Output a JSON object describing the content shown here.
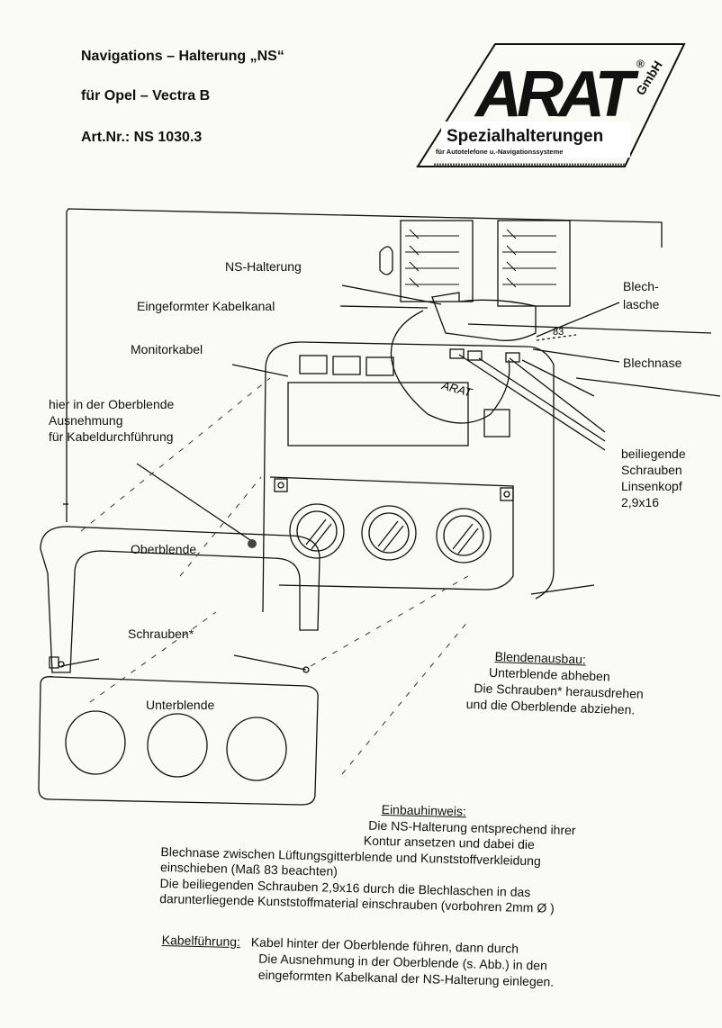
{
  "header": {
    "title": "Navigations – Halterung „NS“",
    "subtitle": "für Opel – Vectra B",
    "article": "Art.Nr.: NS 1030.3"
  },
  "logo": {
    "brand": "ARAT",
    "gmbh": "GmbH",
    "registered": "®",
    "tagline": "Spezialhalterungen",
    "subline": "für Autotelefone u.-Navigationssysteme"
  },
  "labels": {
    "ns_halterung": "NS-Halterung",
    "kabelkanal": "Eingeformter Kabelkanal",
    "monitorkabel": "Monitorkabel",
    "oberblende_note": [
      "hier in der Oberblende",
      "Ausnehmung",
      "für Kabeldurchführung"
    ],
    "blechlasche": [
      "Blech-",
      "lasche"
    ],
    "blechnase": "Blechnase",
    "schrauben_note": [
      "beiliegende",
      "Schrauben",
      "Linsenkopf",
      "2,9x16"
    ],
    "oberblende": "Oberblende",
    "schrauben": "Schrauben*",
    "unterblende": "Unterblende",
    "mass": "83",
    "bracket_stamp": "ARAT"
  },
  "blendenausbau": {
    "heading": "Blendenausbau:",
    "lines": [
      "Unterblende abheben",
      "Die Schrauben* herausdrehen",
      "und die Oberblende abziehen."
    ]
  },
  "einbau": {
    "heading": "Einbauhinweis:",
    "lines": [
      "Die NS-Halterung entsprechend ihrer",
      "Kontur ansetzen und dabei die",
      "Blechnase zwischen Lüftungsgitterblende und Kunststoffverkleidung",
      "einschieben (Maß 83 beachten)",
      "Die beiliegenden Schrauben 2,9x16 durch die Blechlaschen in das",
      "darunterliegende Kunststoffmaterial einschrauben (vorbohren 2mm Ø )"
    ]
  },
  "kabel": {
    "heading": "Kabelführung:",
    "lines": [
      "Kabel hinter der Oberblende führen, dann durch",
      "Die Ausnehmung in der Oberblende (s. Abb.) in den",
      "eingeformten Kabelkanal der NS-Halterung einlegen."
    ]
  }
}
